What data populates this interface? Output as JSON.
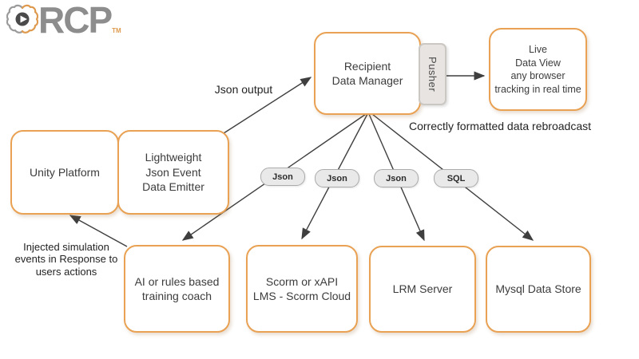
{
  "logo": {
    "brand": "RCP",
    "trademark": "TM"
  },
  "nodes": {
    "recipient_data_manager": {
      "lines": [
        "Recipient",
        "Data Manager"
      ]
    },
    "pusher": {
      "label": "Pusher"
    },
    "live_data_view": {
      "lines": [
        "Live",
        "Data View",
        "any browser",
        "tracking in real time"
      ]
    },
    "unity_platform": {
      "lines": [
        "Unity Platform"
      ]
    },
    "json_event_emitter": {
      "lines": [
        "Lightweight",
        "Json Event",
        "Data Emitter"
      ]
    },
    "ai_training_coach": {
      "lines": [
        "AI or rules based",
        "training coach"
      ]
    },
    "scorm_lms": {
      "lines": [
        "Scorm or xAPI",
        "LMS - Scorm Cloud"
      ]
    },
    "lrm_server": {
      "lines": [
        "LRM Server"
      ]
    },
    "mysql_data_store": {
      "lines": [
        "Mysql Data Store"
      ]
    }
  },
  "edge_labels": {
    "json_output": "Json output",
    "rebroadcast": "Correctly formatted data rebroadcast",
    "injected_events": {
      "lines": [
        "Injected simulation",
        "events in Response to",
        "users actions"
      ]
    },
    "pills": [
      "Json",
      "Json",
      "Json",
      "SQL"
    ]
  },
  "edges": [
    {
      "from": "json_event_emitter",
      "to": "recipient_data_manager",
      "label": "Json output"
    },
    {
      "from": "pusher",
      "to": "live_data_view",
      "label": "Correctly formatted data rebroadcast"
    },
    {
      "from": "recipient_data_manager",
      "to": "ai_training_coach",
      "label": "Json"
    },
    {
      "from": "recipient_data_manager",
      "to": "scorm_lms",
      "label": "Json"
    },
    {
      "from": "recipient_data_manager",
      "to": "lrm_server",
      "label": "Json"
    },
    {
      "from": "recipient_data_manager",
      "to": "mysql_data_store",
      "label": "SQL"
    },
    {
      "from": "ai_training_coach",
      "to": "unity_platform",
      "label": "Injected simulation events in Response to users actions"
    }
  ],
  "colors": {
    "node_border": "#E9A153",
    "arrow": "#3F3F3F",
    "pill_background": "#E9E9E9",
    "pill_border": "#ABABAB",
    "pusher_background": "#E7E4E1",
    "logo_gray": "#8D8D8D",
    "logo_orange": "#DE9A4E"
  }
}
